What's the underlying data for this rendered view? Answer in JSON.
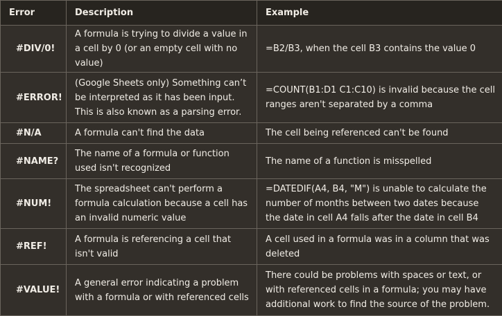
{
  "table": {
    "headers": [
      "Error",
      "Description",
      "Example"
    ],
    "rows": [
      {
        "error": "#DIV/0!",
        "description": "A formula is trying to divide a value in a cell by 0 (or an empty cell with no value)",
        "example": "=B2/B3, when the cell B3 contains the value 0"
      },
      {
        "error": "#ERROR!",
        "description": "(Google Sheets only)  Something can’t be interpreted as it has been input. This is also known as a parsing error.",
        "example": "=COUNT(B1:D1 C1:C10) is invalid because the cell ranges aren't separated by a comma"
      },
      {
        "error": "#N/A",
        "description": "A formula can't find the data",
        "example": "The cell being referenced can't be found"
      },
      {
        "error": "#NAME?",
        "description": "The name of a formula or function used isn't recognized",
        "example": "The name of a function is misspelled"
      },
      {
        "error": "#NUM!",
        "description": "The spreadsheet can't perform a formula calculation because a cell has an invalid numeric value",
        "example": "=DATEDIF(A4, B4, \"M\")  is unable to calculate the number of months between two dates because the date in cell A4 falls after the date in cell B4"
      },
      {
        "error": "#REF!",
        "description": "A formula is referencing a cell that isn't valid",
        "example": "A cell used in a formula was in a column that was deleted"
      },
      {
        "error": "#VALUE!",
        "description": "A general error indicating a problem with a formula or with referenced cells",
        "example": "There could be problems with spaces or text, or with referenced cells in a formula; you may have additional work to find the source of the problem."
      }
    ]
  },
  "colors": {
    "background": "#332f2a",
    "header_background": "#27241f",
    "border": "#6b655d",
    "text": "#f1ede6"
  }
}
